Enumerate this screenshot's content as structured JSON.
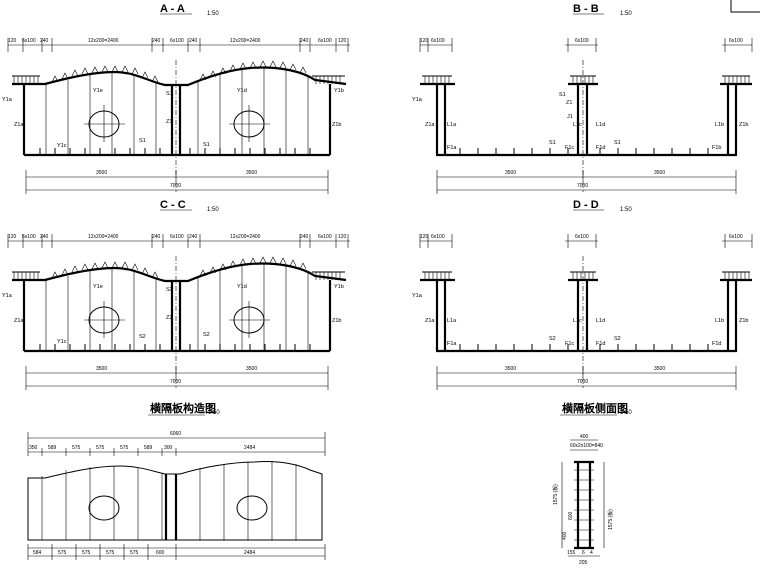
{
  "sections": {
    "aa": {
      "title": "A - A",
      "scale": "1:50",
      "dims_top": [
        "120",
        "6x100",
        "240",
        "12x200=2400",
        "240",
        "6x100",
        "240",
        "12x200=2400",
        "240",
        "6x100",
        "120"
      ],
      "half_left": "3500",
      "half_right": "3500",
      "total": "7000",
      "labels": [
        "Y1a",
        "Z1a",
        "Y1e",
        "Y1c",
        "S1",
        "Z1",
        "S1",
        "Y1d",
        "S1",
        "Z1b",
        "Y1b"
      ]
    },
    "bb": {
      "title": "B - B",
      "scale": "1:50",
      "dims_top": [
        "120",
        "6x100",
        "6x100",
        "6x100"
      ],
      "half_left": "3500",
      "half_right": "3500",
      "total": "7000",
      "labels": [
        "Y1a",
        "Z1a",
        "L1a",
        "F1a",
        "S1",
        "Z1",
        "S1",
        "J1",
        "F1c",
        "L1c",
        "F1d",
        "S1",
        "L1d",
        "L1b",
        "Z1b",
        "F1b"
      ]
    },
    "cc": {
      "title": "C - C",
      "scale": "1:50",
      "dims_top": [
        "120",
        "6x100",
        "240",
        "12x200=2400",
        "240",
        "6x100",
        "240",
        "12x200=2400",
        "240",
        "6x100",
        "120"
      ],
      "half_left": "3500",
      "half_right": "3500",
      "total": "7000",
      "labels": [
        "Y1a",
        "Z1a",
        "Y1e",
        "Y1c",
        "S2",
        "Z2",
        "S2",
        "Y1d",
        "S2",
        "Z1b",
        "Y1b"
      ]
    },
    "dd": {
      "title": "D - D",
      "scale": "1:50",
      "dims_top": [
        "120",
        "6x100",
        "6x100",
        "6x100"
      ],
      "half_left": "3500",
      "half_right": "3500",
      "total": "7000",
      "labels": [
        "Y1a",
        "Z1a",
        "L1a",
        "F1a",
        "S2",
        "F1c",
        "L1c",
        "F1d",
        "S2",
        "L1d",
        "L1b",
        "Z1b",
        "F1d"
      ]
    }
  },
  "plate": {
    "title": "横隔板构造图",
    "scale": "1:50",
    "top_dims": [
      "6060",
      "350",
      "589",
      "575",
      "575",
      "575",
      "589",
      "300",
      "2484"
    ],
    "bottom_dims": [
      "584",
      "575",
      "575",
      "575",
      "575",
      "600",
      "2484"
    ]
  },
  "side": {
    "title": "横隔板侧面图",
    "scale": "1:50",
    "dims": [
      "400",
      "60x2x100=840",
      "1575 (板)",
      "1575 (板)",
      "400",
      "600",
      "155",
      "6",
      "4",
      "205"
    ]
  }
}
